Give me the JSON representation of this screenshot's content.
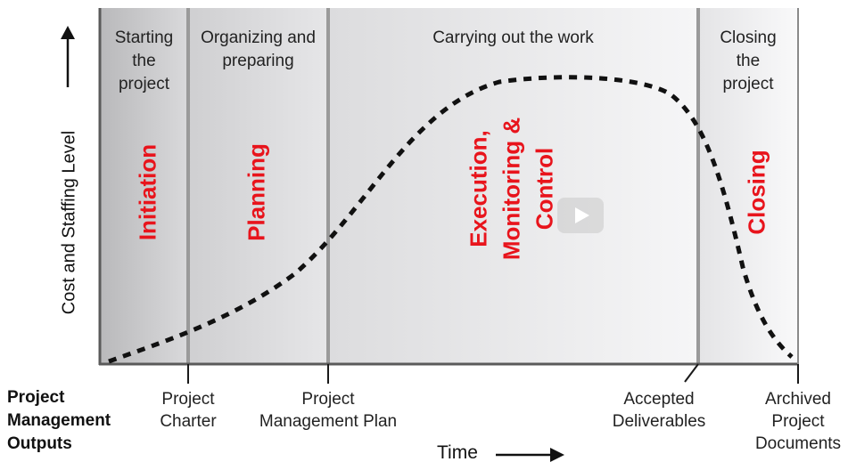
{
  "phases": [
    {
      "header": "Starting\nthe\nproject",
      "name": "Initiation"
    },
    {
      "header": "Organizing and\npreparing",
      "name": "Planning"
    },
    {
      "header": "Carrying out the work",
      "name": "Execution,\nMonitoring &\nControl"
    },
    {
      "header": "Closing\nthe\nproject",
      "name": "Closing"
    }
  ],
  "outputs_label": "Project\nManagement\nOutputs",
  "outputs": [
    "Project\nCharter",
    "Project\nManagement Plan",
    "Accepted\nDeliverables",
    "Archived\nProject\nDocuments"
  ],
  "y_axis_label": "Cost and Staffing Level",
  "x_axis_label": "Time",
  "colors": {
    "phase_name": "#e8141c",
    "curve": "#111111",
    "divider": "#9a9a9a"
  },
  "icons": [
    "up-arrow-icon",
    "right-arrow-icon",
    "play-icon"
  ]
}
